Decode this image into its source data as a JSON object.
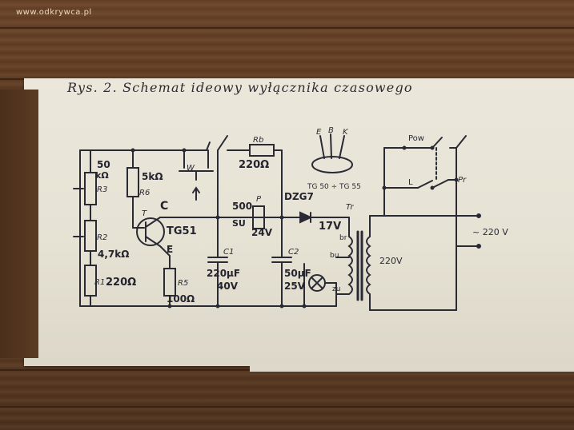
{
  "watermark": "www.odkrywca.pl",
  "caption": "Rys. 2. Schemat ideowy wyłącznika czasowego",
  "labels": {
    "r3_value": "50",
    "r3_unit": "kΩ",
    "r3_name": "R3",
    "r6_value": "5kΩ",
    "r6_name": "R6",
    "r2_name": "R2",
    "r2_value": "4,7kΩ",
    "r1_name": "R1",
    "r1_value": "220Ω",
    "transistor_t": "T",
    "transistor_c": "C",
    "transistor_type": "TG51",
    "transistor_e": "E",
    "r5_name": "R5",
    "r5_value": "100Ω",
    "switch_w": "W",
    "rb_name": "Rb",
    "rb_value": "220Ω",
    "c1_name": "C1",
    "c1_value": "220µF",
    "c1_voltage": "40V",
    "p_value": "500",
    "p_unit": "SU",
    "p_name": "P",
    "p_voltage": "24V",
    "diode": "DZG7",
    "c2_name": "C2",
    "c2_value": "50µF",
    "c2_voltage": "25V",
    "tube_ebk": [
      "E",
      "B",
      "K"
    ],
    "tube_type": "TG 50 ÷ TG 55",
    "tr_name": "Tr",
    "tr_secondary": "17V",
    "tr_primary": "220V",
    "tap_br": "br",
    "tap_bu": "bu",
    "tap_zu": "zu",
    "pow": "Pow",
    "l": "L",
    "pr": "Pr",
    "mains": "~ 220 V"
  }
}
